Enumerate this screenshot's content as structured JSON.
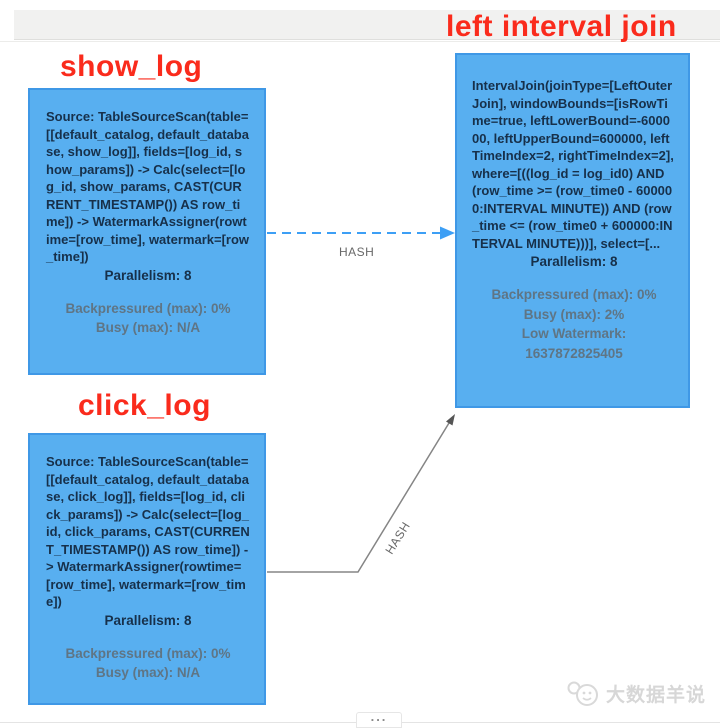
{
  "colors": {
    "node_fill": "#58aff0",
    "node_border": "#3f98e6",
    "annotation_red": "#fa2b1c",
    "desc_text": "#17304a",
    "stats_text": "#5f7585",
    "dashed_arrow": "#3d9ff5",
    "solid_arrow": "#858585",
    "hash_label": "#686868",
    "topbar_bg": "#f1f1f0",
    "line": "#dfdfdd",
    "watermark_gray": "#d7d7d7"
  },
  "annotations": {
    "show_log": "show_log",
    "click_log": "click_log",
    "join": "left interval join"
  },
  "nodes": [
    {
      "id": "show_log",
      "description": "Source: TableSourceScan(table=[[default_catalog, default_database, show_log]], fields=[log_id, show_params]) -> Calc(select=[log_id, show_params, CAST(CURRENT_TIMESTAMP()) AS row_time]) -> WatermarkAssigner(rowtime=[row_time], watermark=[row_time])",
      "parallelism": "Parallelism: 8",
      "stats": [
        "Backpressured (max): 0%",
        "Busy (max): N/A"
      ]
    },
    {
      "id": "click_log",
      "description": "Source: TableSourceScan(table=[[default_catalog, default_database, click_log]], fields=[log_id, click_params]) -> Calc(select=[log_id, click_params, CAST(CURRENT_TIMESTAMP()) AS row_time]) -> WatermarkAssigner(rowtime=[row_time], watermark=[row_time])",
      "parallelism": "Parallelism: 8",
      "stats": [
        "Backpressured (max): 0%",
        "Busy (max): N/A"
      ]
    },
    {
      "id": "interval_join",
      "description": "IntervalJoin(joinType=[LeftOuterJoin], windowBounds=[isRowTime=true, leftLowerBound=-600000, leftUpperBound=600000, leftTimeIndex=2, rightTimeIndex=2], where=[((log_id = log_id0) AND (row_time >= (row_time0 - 600000:INTERVAL MINUTE)) AND (row_time <= (row_time0 + 600000:INTERVAL MINUTE)))], select=[...",
      "parallelism": "Parallelism: 8",
      "stats": [
        "Backpressured (max): 0%",
        "Busy (max): 2%",
        "Low Watermark: 1637872825405"
      ]
    }
  ],
  "edges": [
    {
      "from": "show_log",
      "to": "interval_join",
      "label": "HASH",
      "style": "dashed"
    },
    {
      "from": "click_log",
      "to": "interval_join",
      "label": "HASH",
      "style": "solid"
    }
  ],
  "footer": {
    "drawer_toggle": "...",
    "watermark": "大数据羊说"
  }
}
